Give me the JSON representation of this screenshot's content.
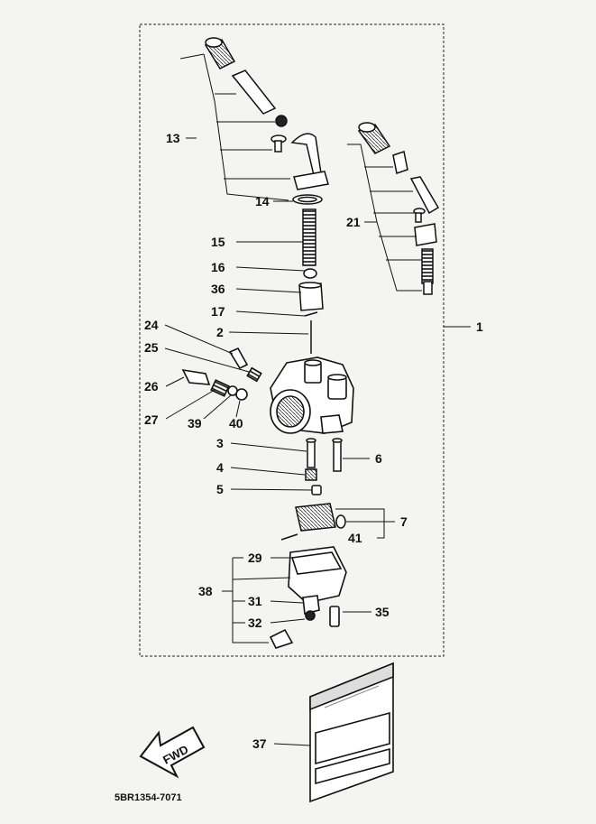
{
  "labels": {
    "l1": "1",
    "l2": "2",
    "l3": "3",
    "l4": "4",
    "l5": "5",
    "l6": "6",
    "l7": "7",
    "l13": "13",
    "l14": "14",
    "l15": "15",
    "l16": "16",
    "l17": "17",
    "l21": "21",
    "l24": "24",
    "l25": "25",
    "l26": "26",
    "l27": "27",
    "l29": "29",
    "l31": "31",
    "l32": "32",
    "l35": "35",
    "l36": "36",
    "l37": "37",
    "l38": "38",
    "l39": "39",
    "l40": "40",
    "l41": "41"
  },
  "fwd_label": "FWD",
  "diagram_code": "5BR1354-7071",
  "colors": {
    "ink": "#111111",
    "paper": "#f4f4f0"
  }
}
